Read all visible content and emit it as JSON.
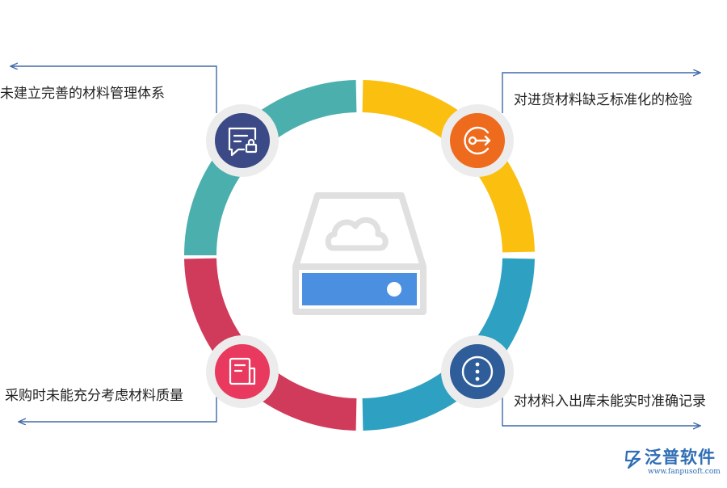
{
  "labels": {
    "top_left": "未建立完善的材料管理体系",
    "top_right": "对进货材料缺乏标准化的检验",
    "bottom_left": "采购时未能充分考虑材料质量",
    "bottom_right": "对材料入出库未能实时准确记录"
  },
  "segments": {
    "top_left": {
      "color": "#4bb0ad",
      "icon": "chat-lock-icon",
      "icon_color": "#3b4a86"
    },
    "top_right": {
      "color": "#fbbf10",
      "icon": "login-arrow-icon",
      "icon_color": "#ee6a1c"
    },
    "bottom_left": {
      "color": "#d13b5b",
      "icon": "document-icon",
      "icon_color": "#e9395f"
    },
    "bottom_right": {
      "color": "#2ea1c2",
      "icon": "more-vertical-icon",
      "icon_color": "#2f5d99"
    }
  },
  "center": {
    "icon": "cloud-storage-icon",
    "accent": "#4a8fe0"
  },
  "connector_color": "#3f6aa8",
  "brand": {
    "name": "泛普软件",
    "url": "www.fanpusoft.com",
    "color": "#2f6db5",
    "logo": "brand-logo-icon"
  }
}
